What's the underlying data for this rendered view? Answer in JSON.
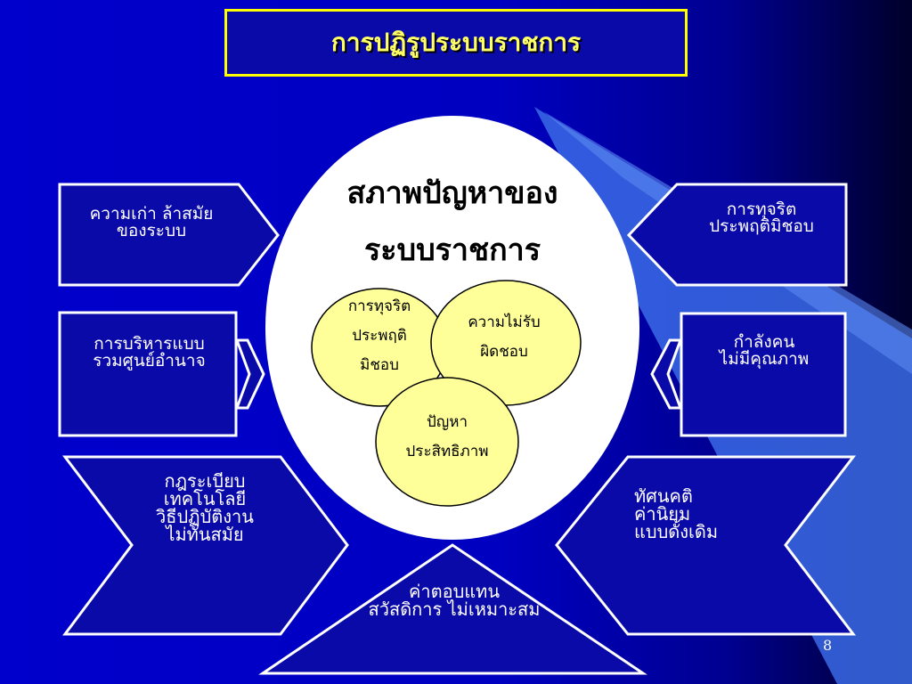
{
  "title": "การปฏิรูประบบราชการ",
  "center": {
    "title_lines": [
      "สภาพปัญหาของ",
      "ระบบราชการ"
    ]
  },
  "venn": {
    "circle1_lines": [
      "การทุจริต",
      "ประพฤติ",
      "มิชอบ"
    ],
    "circle2_lines": [
      "ความไม่รับ",
      "ผิดชอบ"
    ],
    "circle3_lines": [
      "ปัญหา",
      "ประสิทธิภาพ"
    ]
  },
  "boxes": {
    "left_top_lines": [
      "ความเก่า ล้าสมัย",
      "ของระบบ"
    ],
    "left_mid_lines": [
      "การบริหารแบบ",
      "รวมศูนย์อำนาจ"
    ],
    "left_bottom_lines": [
      "กฎระเบียบ",
      "เทคโนโลยี",
      "วิธีปฏิบัติงาน",
      "ไม่ทันสมัย"
    ],
    "right_top_lines": [
      "การทุจริต",
      "ประพฤติมิชอบ"
    ],
    "right_mid_lines": [
      "กำลังคน",
      "ไม่มีคุณภาพ"
    ],
    "right_bottom_lines": [
      "ทัศนคติ",
      "ค่านิยม",
      "แบบดั้งเดิม"
    ],
    "bottom_center_lines": [
      "ค่าตอบแทน",
      "สวัสดิการ ไม่เหมาะสม"
    ]
  },
  "page_number": "8",
  "colors": {
    "background": "#0000c8",
    "background_dark": "#000030",
    "shape_fill": "#0a0aa8",
    "shape_border": "#ffffff",
    "title_border": "#ffff00",
    "title_text": "#ffff66",
    "venn_fill": "#ffff99",
    "center_oval": "#ffffff"
  }
}
